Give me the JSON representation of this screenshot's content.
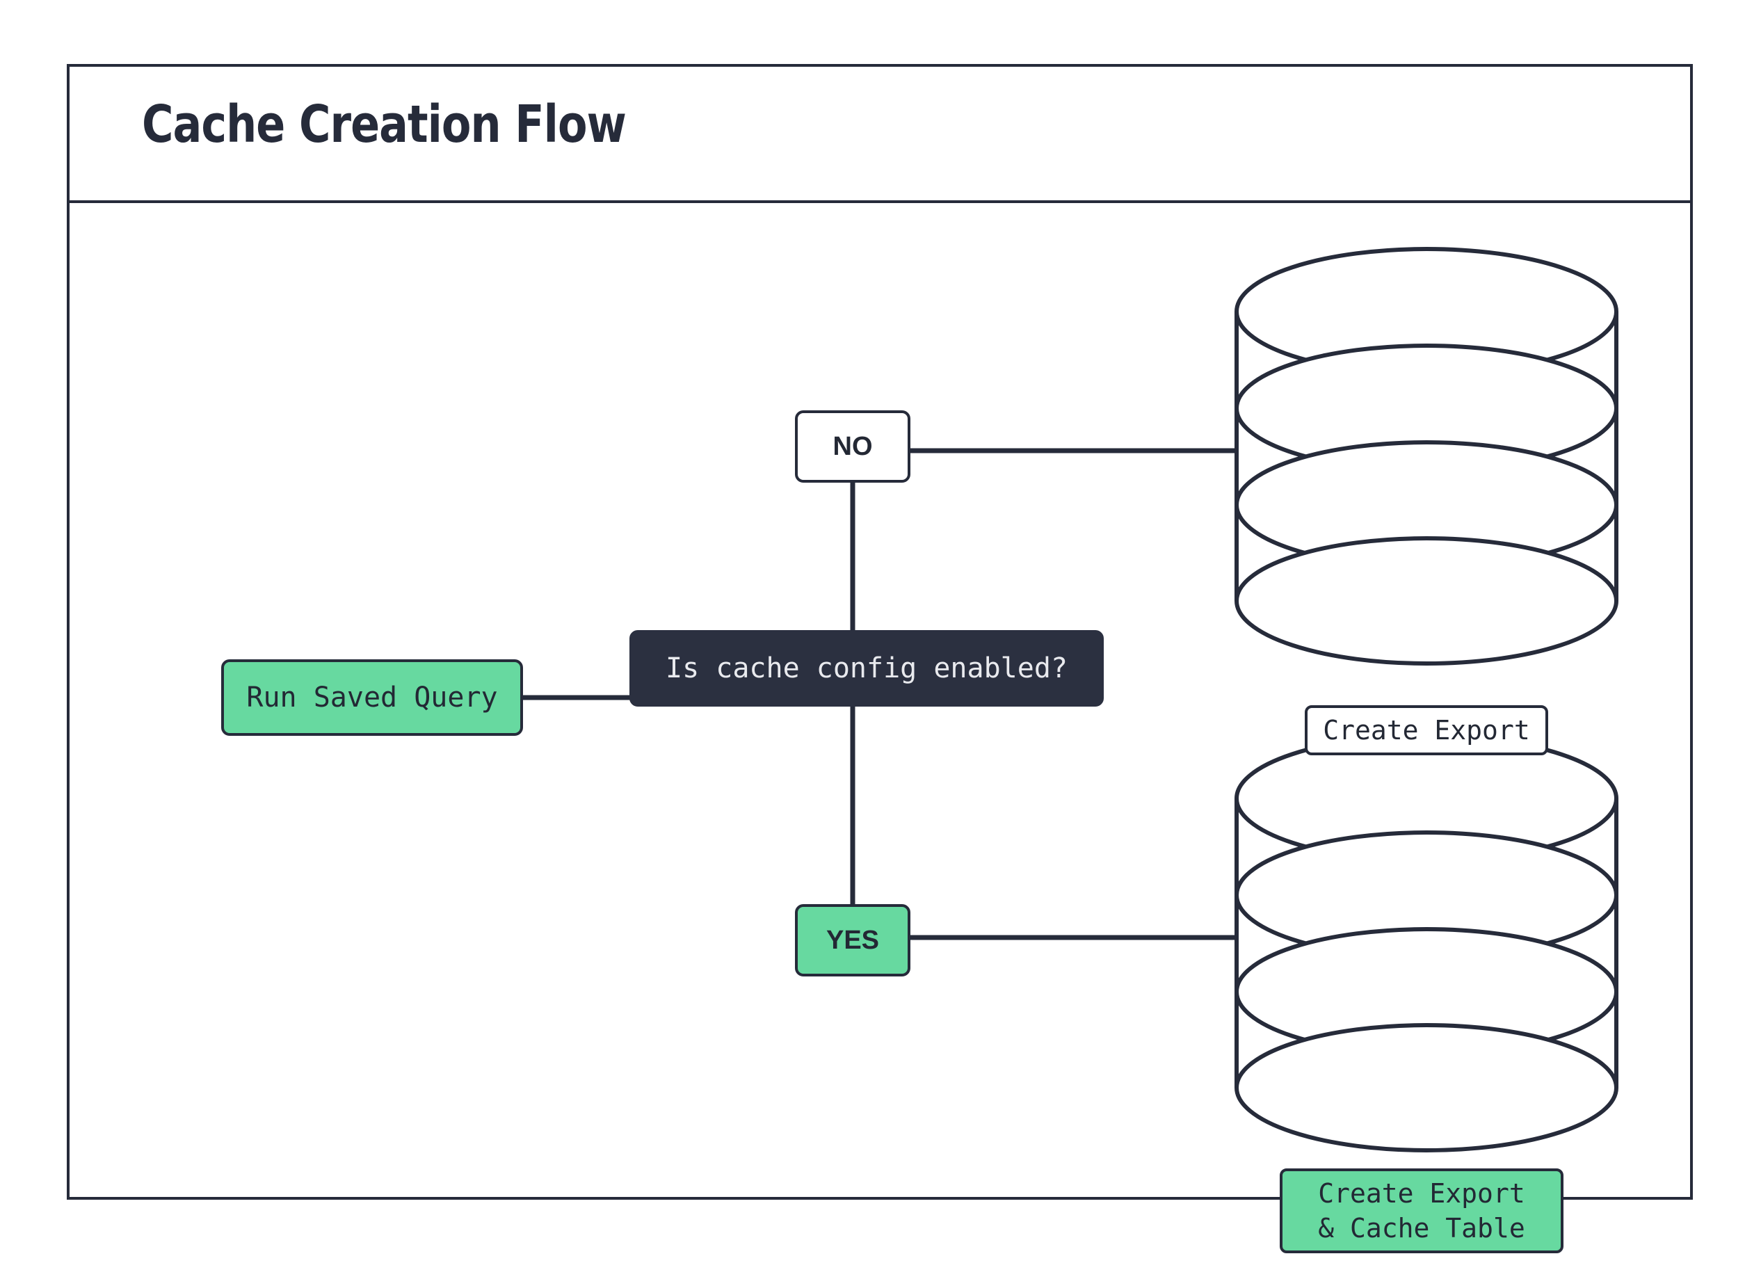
{
  "frame": {
    "title": "Cache Creation Flow"
  },
  "colors": {
    "ink": "#262B3A",
    "accent_green": "#67D9A0",
    "dark_node": "#2B3040",
    "dark_node_text": "#E9EAEE",
    "page_background": "#FFFFFF"
  },
  "chart_data": {
    "type": "diagram",
    "title": "Cache Creation Flow",
    "orientation": "left-to-right",
    "nodes": [
      {
        "id": "run-saved-query",
        "label": "Run Saved Query",
        "shape": "rounded-rect",
        "fill": "green"
      },
      {
        "id": "decision",
        "label": "Is cache config enabled?",
        "shape": "rounded-rect",
        "fill": "dark"
      },
      {
        "id": "no",
        "label": "NO",
        "shape": "rounded-rect",
        "fill": "white"
      },
      {
        "id": "yes",
        "label": "YES",
        "shape": "rounded-rect",
        "fill": "green"
      },
      {
        "id": "create-export",
        "label": "Create Export",
        "shape": "database-cylinder",
        "fill": "white"
      },
      {
        "id": "create-export-cache",
        "label": "Create Export\n& Cache Table",
        "shape": "database-cylinder",
        "fill": "green"
      }
    ],
    "edges": [
      {
        "from": "run-saved-query",
        "to": "decision",
        "label": ""
      },
      {
        "from": "decision",
        "to": "no",
        "label": ""
      },
      {
        "from": "decision",
        "to": "yes",
        "label": ""
      },
      {
        "from": "no",
        "to": "create-export",
        "label": ""
      },
      {
        "from": "yes",
        "to": "create-export-cache",
        "label": ""
      }
    ]
  },
  "nodes": {
    "run_saved_query": {
      "label": "Run Saved Query"
    },
    "decision": {
      "label": "Is cache config enabled?"
    },
    "branch_no": {
      "label": "NO"
    },
    "branch_yes": {
      "label": "YES"
    },
    "create_export": {
      "label": "Create Export"
    },
    "create_export_cache": {
      "line1": "Create Export",
      "line2": "& Cache Table"
    }
  }
}
